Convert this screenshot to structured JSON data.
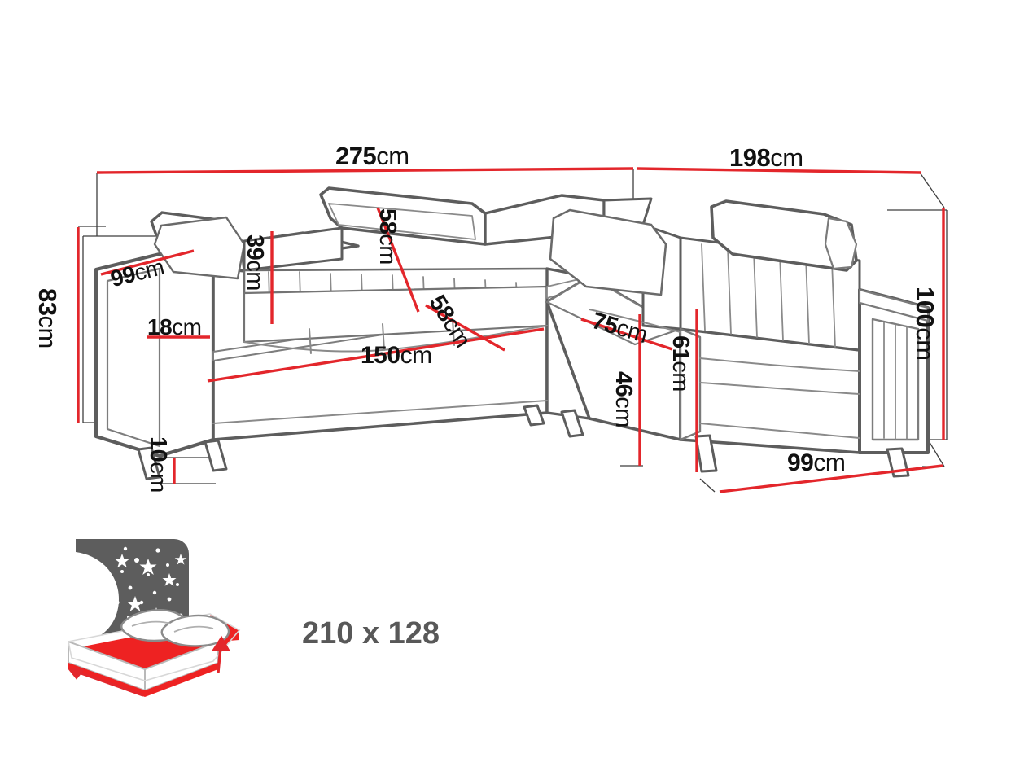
{
  "diagram": {
    "title": "Corner sofa bed dimension drawing",
    "background_color": "#ffffff",
    "line_color_outline": "#5a5a5a",
    "line_color_detail": "#7d7d7d",
    "line_color_dimension": "#e3262b",
    "line_color_leader": "#4d4d4d",
    "text_color": "#111111"
  },
  "dimensions": {
    "overall_width": {
      "value": "275",
      "unit": "cm",
      "orientation": "horizontal"
    },
    "overall_depth": {
      "value": "198",
      "unit": "cm",
      "orientation": "horizontal"
    },
    "overall_height_right": {
      "value": "100",
      "unit": "cm",
      "orientation": "vertical"
    },
    "overall_height_left": {
      "value": "83",
      "unit": "cm",
      "orientation": "vertical"
    },
    "arm_depth": {
      "value": "99",
      "unit": "cm",
      "orientation": "diagonal"
    },
    "arm_width": {
      "value": "18",
      "unit": "cm",
      "orientation": "horizontal"
    },
    "backrest_low": {
      "value": "39",
      "unit": "cm",
      "orientation": "vertical"
    },
    "backrest_high": {
      "value": "58",
      "unit": "cm",
      "orientation": "vertical"
    },
    "seat_depth": {
      "value": "58",
      "unit": "cm",
      "orientation": "diagonal"
    },
    "seat_width": {
      "value": "150",
      "unit": "cm",
      "orientation": "diagonal"
    },
    "corner_seat": {
      "value": "75",
      "unit": "cm",
      "orientation": "diagonal"
    },
    "seat_height": {
      "value": "46",
      "unit": "cm",
      "orientation": "vertical"
    },
    "arm_height_right": {
      "value": "61",
      "unit": "cm",
      "orientation": "vertical"
    },
    "side_depth_right": {
      "value": "99",
      "unit": "cm",
      "orientation": "diagonal"
    },
    "leg_height": {
      "value": "10",
      "unit": "cm",
      "orientation": "vertical"
    }
  },
  "sleeping_area": {
    "icon_name": "bed-night-icon",
    "label": "210 x 128",
    "mattress_color": "#ee2222",
    "sky_color": "#5d5d5d",
    "arrow_color": "#e3262b"
  }
}
